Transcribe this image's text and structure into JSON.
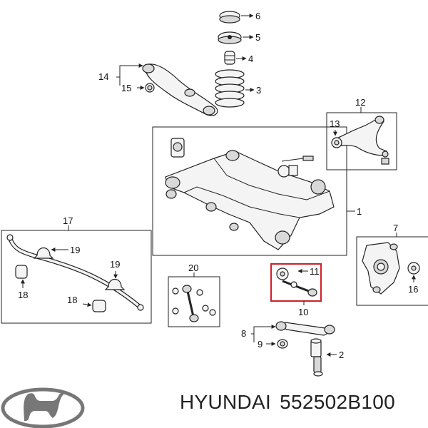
{
  "callouts": {
    "c1": "1",
    "c2": "2",
    "c3": "3",
    "c4": "4",
    "c5": "5",
    "c6": "6",
    "c7": "7",
    "c8": "8",
    "c9": "9",
    "c10": "10",
    "c11": "11",
    "c12": "12",
    "c13": "13",
    "c14": "14",
    "c15": "15",
    "c16": "16",
    "c17": "17",
    "c18a": "18",
    "c18b": "18",
    "c19a": "19",
    "c19b": "19",
    "c20": "20"
  },
  "footer": {
    "brand": "HYUNDAI",
    "part_number": "552502B100"
  },
  "colors": {
    "highlight": "#d11f2a",
    "line": "#222222"
  },
  "logo": {
    "name": "hyundai-logo"
  }
}
